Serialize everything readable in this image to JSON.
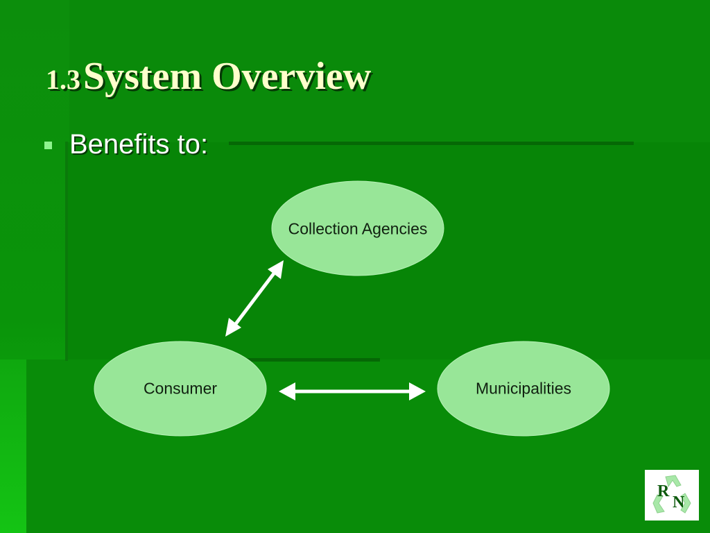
{
  "slide": {
    "title_number": "1.3",
    "title_text": "System Overview",
    "bullet": "Benefits to:"
  },
  "diagram": {
    "nodes": [
      {
        "id": "collection",
        "label": "Collection Agencies"
      },
      {
        "id": "consumer",
        "label": "Consumer"
      },
      {
        "id": "municipalities",
        "label": "Municipalities"
      }
    ],
    "edges": [
      {
        "from": "consumer",
        "to": "collection",
        "bidirectional": true
      },
      {
        "from": "consumer",
        "to": "municipalities",
        "bidirectional": true
      }
    ]
  },
  "logo": {
    "letters": [
      "R",
      "N"
    ],
    "icon": "recycle-icon"
  },
  "colors": {
    "background": "#0a8a0a",
    "title": "#ffffcc",
    "node_fill": "#98e698",
    "bullet": "#8ef48e"
  }
}
